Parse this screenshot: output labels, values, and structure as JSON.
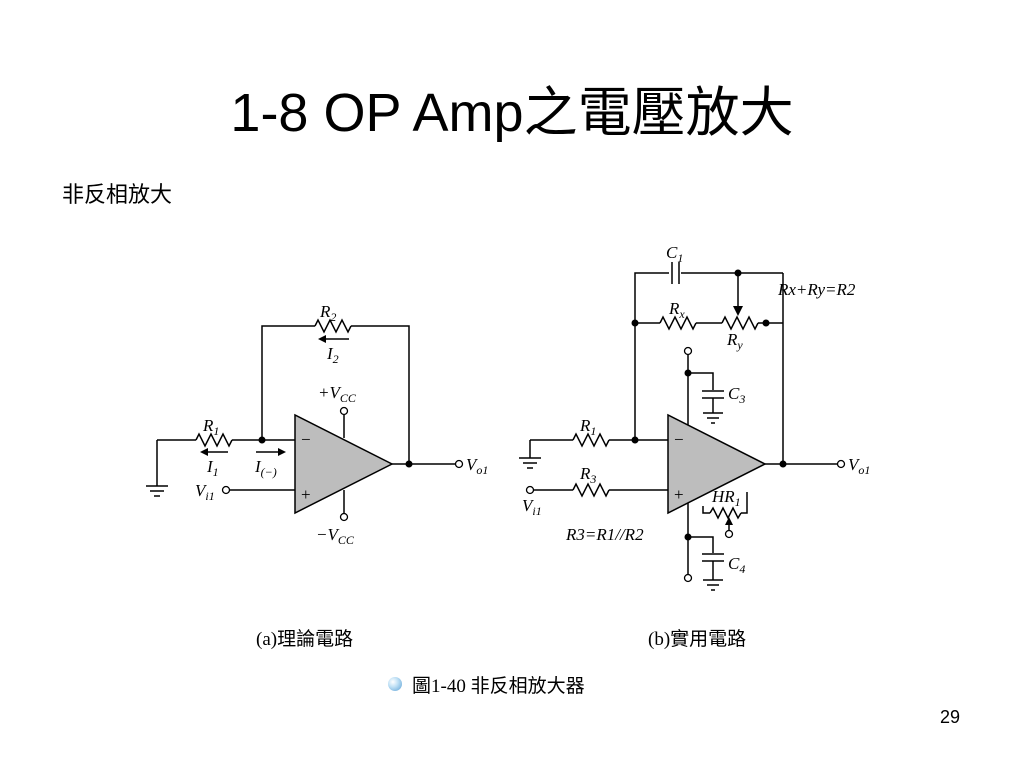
{
  "slide": {
    "title": "1-8 OP Amp之電壓放大",
    "subtitle": "非反相放大",
    "page_number": "29"
  },
  "figure": {
    "caption_a": "(a)理論電路",
    "caption_b": "(b)實用電路",
    "figure_caption": "圖1-40 非反相放大器"
  },
  "circuit_a": {
    "r2": {
      "main": "R",
      "sub": "2"
    },
    "i2": {
      "main": "I",
      "sub": "2"
    },
    "vcc_pos": {
      "main": "+V",
      "sub": "CC"
    },
    "r1": {
      "main": "R",
      "sub": "1"
    },
    "i1": {
      "main": "I",
      "sub": "1"
    },
    "i_minus": {
      "main": "I",
      "sub": "(−)"
    },
    "vi1": {
      "main": "V",
      "sub": "i1"
    },
    "vo1": {
      "main": "V",
      "sub": "o1"
    },
    "vcc_neg": {
      "main": "−V",
      "sub": "CC"
    },
    "minus_sign": "−",
    "plus_sign": "+"
  },
  "circuit_b": {
    "c1": {
      "main": "C",
      "sub": "1"
    },
    "rxry_label": "Rx+Ry=R2",
    "rx": {
      "main": "R",
      "sub": "x"
    },
    "ry": {
      "main": "R",
      "sub": "y"
    },
    "c3": {
      "main": "C",
      "sub": "3"
    },
    "r1": {
      "main": "R",
      "sub": "1"
    },
    "r3": {
      "main": "R",
      "sub": "3"
    },
    "vo1": {
      "main": "V",
      "sub": "o1"
    },
    "vi1": {
      "main": "V",
      "sub": "i1"
    },
    "hr1": {
      "main": "HR",
      "sub": "1"
    },
    "r3eq_label": "R3=R1//R2",
    "c4": {
      "main": "C",
      "sub": "4"
    },
    "minus_sign": "−",
    "plus_sign": "+"
  }
}
